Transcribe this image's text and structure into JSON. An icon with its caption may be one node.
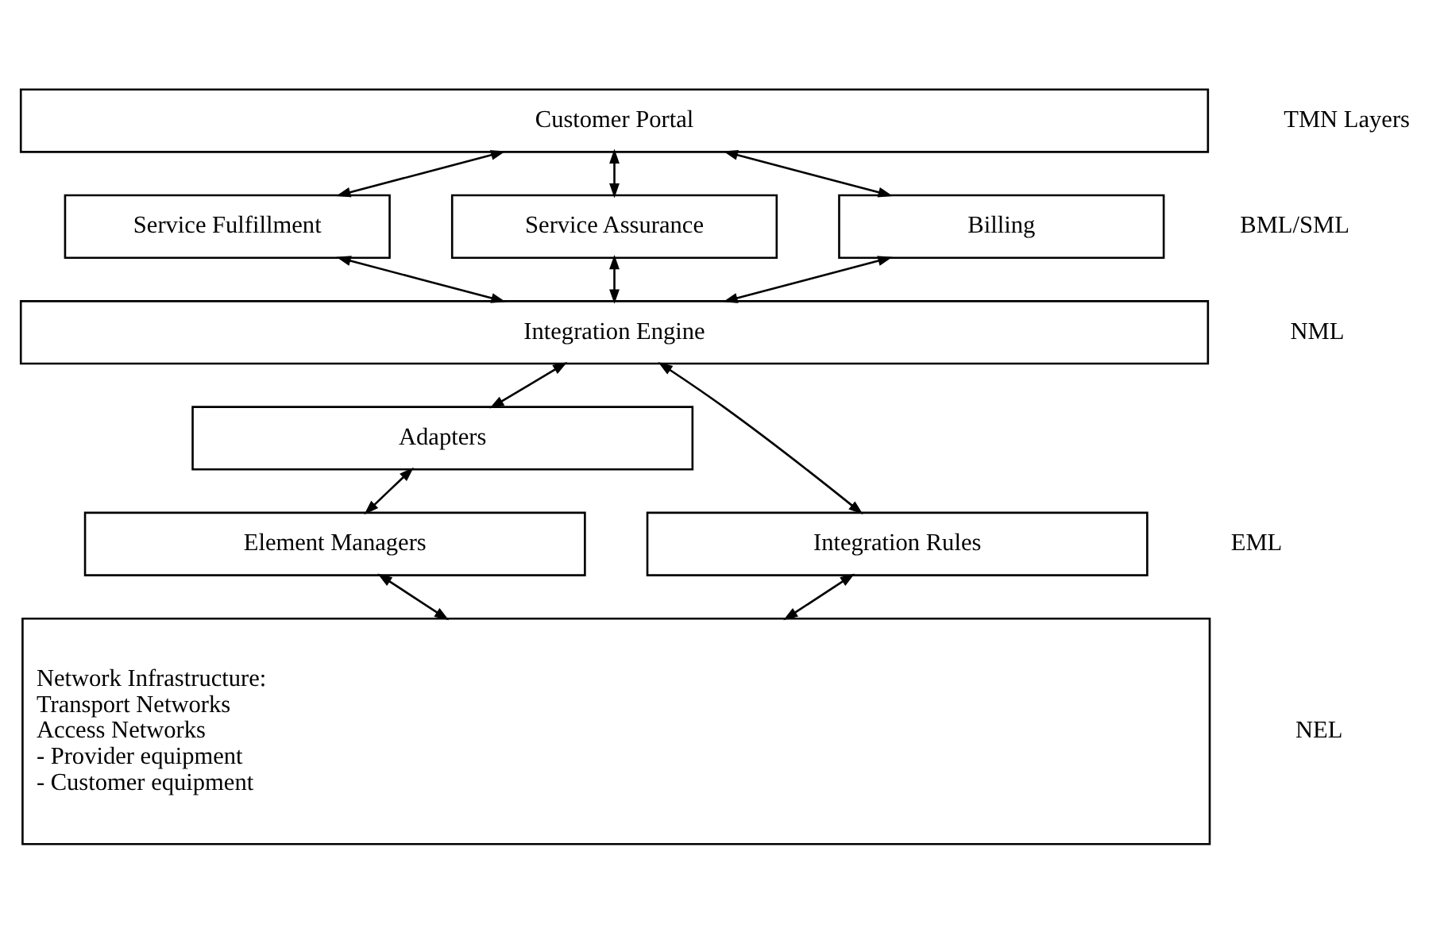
{
  "diagram": {
    "nodes": [
      {
        "text": [
          "Customer Portal"
        ]
      },
      {
        "text": [
          "Service Fulfillment"
        ]
      },
      {
        "text": [
          "Service Assurance"
        ]
      },
      {
        "text": [
          "Billing"
        ]
      },
      {
        "text": [
          "Integration Engine"
        ]
      },
      {
        "text": [
          "Adapters"
        ]
      },
      {
        "text": [
          "Element Managers"
        ]
      },
      {
        "text": [
          "Integration Rules"
        ]
      },
      {
        "text": [
          "Network Infrastructure:",
          "Transport Networks",
          "Access Networks",
          "- Provider equipment",
          "- Customer equipment"
        ]
      }
    ],
    "edges": [
      {
        "from": 0,
        "to": 1,
        "arrow": "both"
      },
      {
        "from": 0,
        "to": 2,
        "arrow": "both"
      },
      {
        "from": 0,
        "to": 3,
        "arrow": "both"
      },
      {
        "from": 1,
        "to": 4,
        "arrow": "both"
      },
      {
        "from": 2,
        "to": 4,
        "arrow": "both"
      },
      {
        "from": 3,
        "to": 4,
        "arrow": "both"
      },
      {
        "from": 4,
        "to": 5,
        "arrow": "both"
      },
      {
        "from": 5,
        "to": 6,
        "arrow": "both"
      },
      {
        "from": 4,
        "to": 7,
        "arrow": "both"
      },
      {
        "from": 6,
        "to": 8,
        "arrow": "both"
      },
      {
        "from": 7,
        "to": 8,
        "arrow": "both"
      }
    ],
    "labels": [
      "TMN Layers",
      "BML/SML",
      "NML",
      "EML",
      "NEL"
    ]
  }
}
